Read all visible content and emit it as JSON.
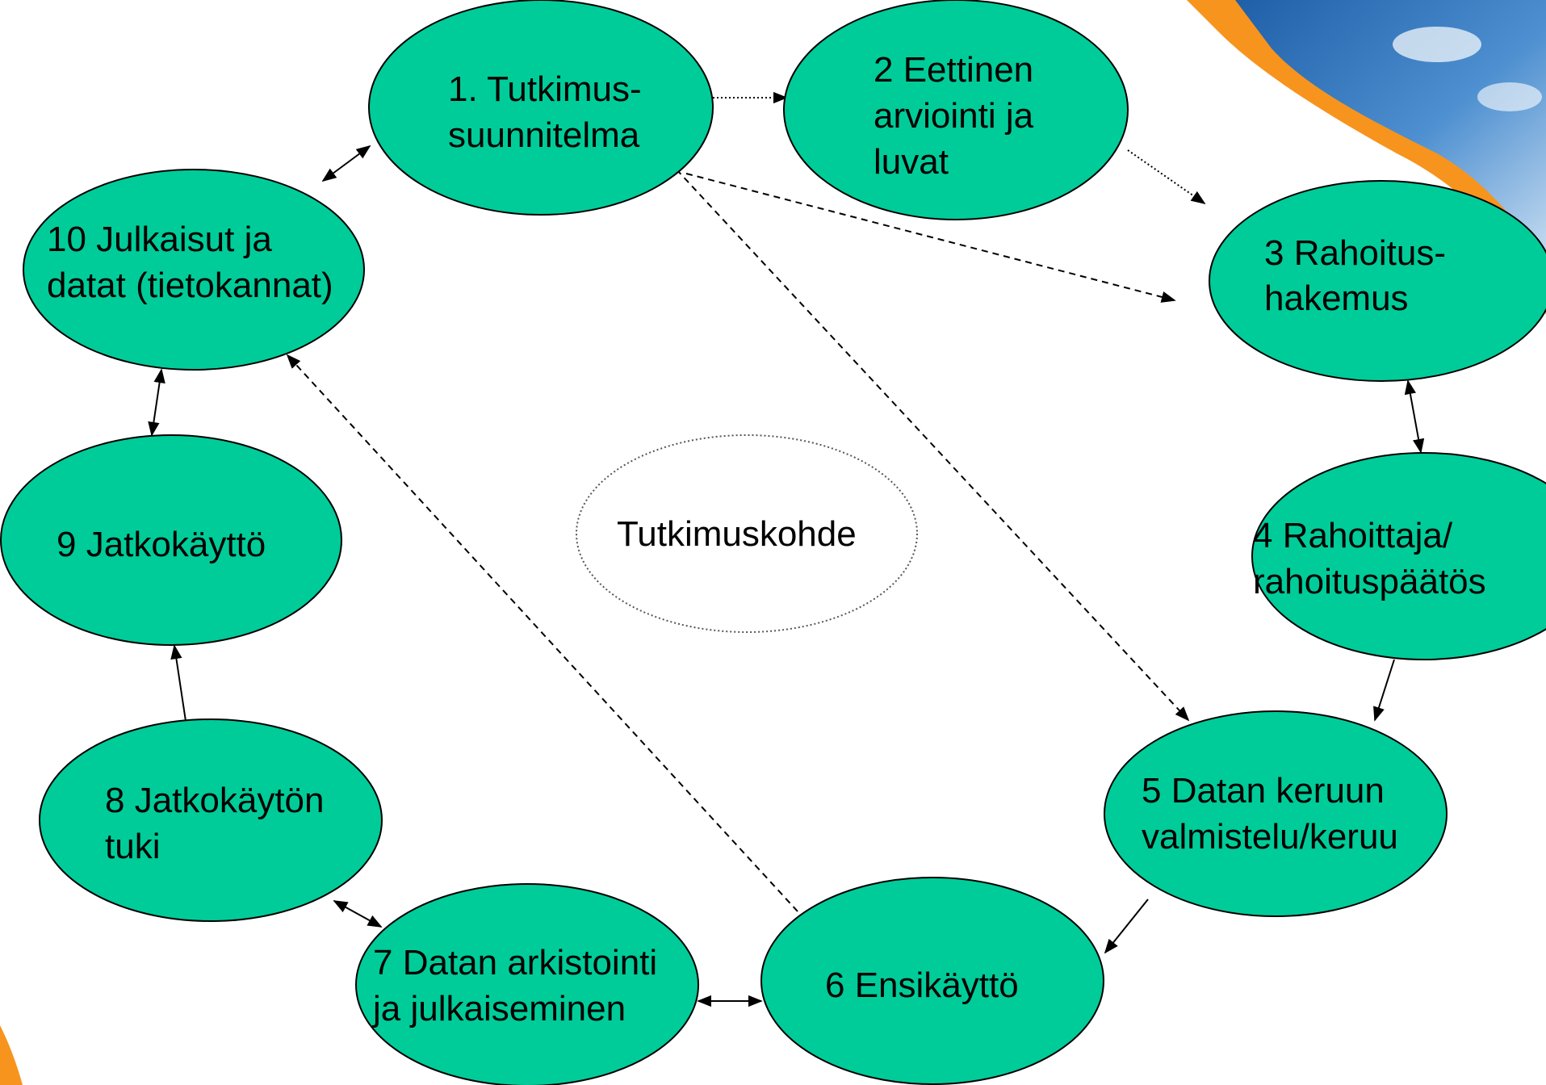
{
  "colors": {
    "node_fill": "#00CC99",
    "node_stroke": "#000000",
    "accent_orange": "#F7941D",
    "sky_blue": "#2F6FB5",
    "sky_light": "#A9C9E8"
  },
  "center": {
    "label": "Tutkimuskohde"
  },
  "nodes": [
    {
      "id": "n1",
      "lines": [
        "1. Tutkimus-",
        "suunnitelma"
      ]
    },
    {
      "id": "n2",
      "lines": [
        "2 Eettinen",
        "arviointi ja",
        "luvat"
      ]
    },
    {
      "id": "n3",
      "lines": [
        "3 Rahoitus-",
        "hakemus"
      ]
    },
    {
      "id": "n4",
      "lines": [
        "4 Rahoittaja/",
        "rahoituspäätös"
      ]
    },
    {
      "id": "n5",
      "lines": [
        "5 Datan keruun",
        "valmistelu/keruu"
      ]
    },
    {
      "id": "n6",
      "lines": [
        "6 Ensikäyttö"
      ]
    },
    {
      "id": "n7",
      "lines": [
        "7 Datan arkistointi",
        "ja julkaiseminen"
      ]
    },
    {
      "id": "n8",
      "lines": [
        "8 Jatkokäytön",
        "tuki"
      ]
    },
    {
      "id": "n9",
      "lines": [
        "9 Jatkokäyttö"
      ]
    },
    {
      "id": "n10",
      "lines": [
        "10 Julkaisut ja",
        "datat (tietokannat)"
      ]
    }
  ]
}
